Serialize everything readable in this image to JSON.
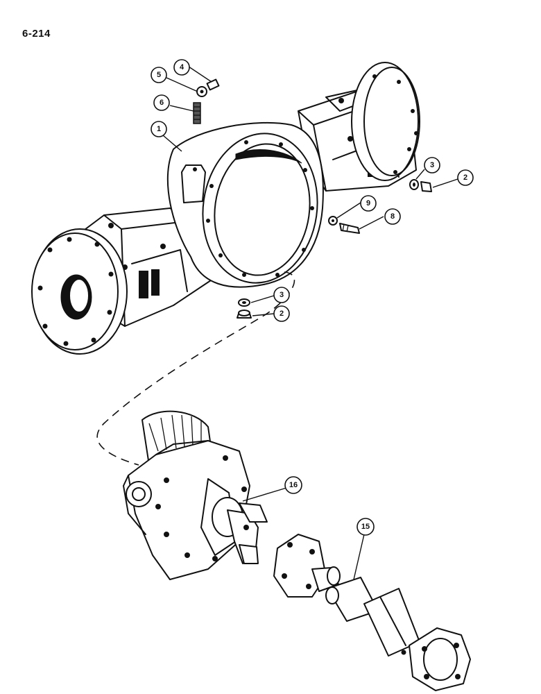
{
  "page": {
    "number": "6-214"
  },
  "callouts": [
    {
      "id": "c1",
      "label": "1"
    },
    {
      "id": "c2a",
      "label": "2"
    },
    {
      "id": "c2b",
      "label": "2"
    },
    {
      "id": "c3a",
      "label": "3"
    },
    {
      "id": "c3b",
      "label": "3"
    },
    {
      "id": "c4",
      "label": "4"
    },
    {
      "id": "c5",
      "label": "5"
    },
    {
      "id": "c6",
      "label": "6"
    },
    {
      "id": "c8",
      "label": "8"
    },
    {
      "id": "c9",
      "label": "9"
    },
    {
      "id": "c15",
      "label": "15"
    },
    {
      "id": "c16",
      "label": "16"
    }
  ]
}
